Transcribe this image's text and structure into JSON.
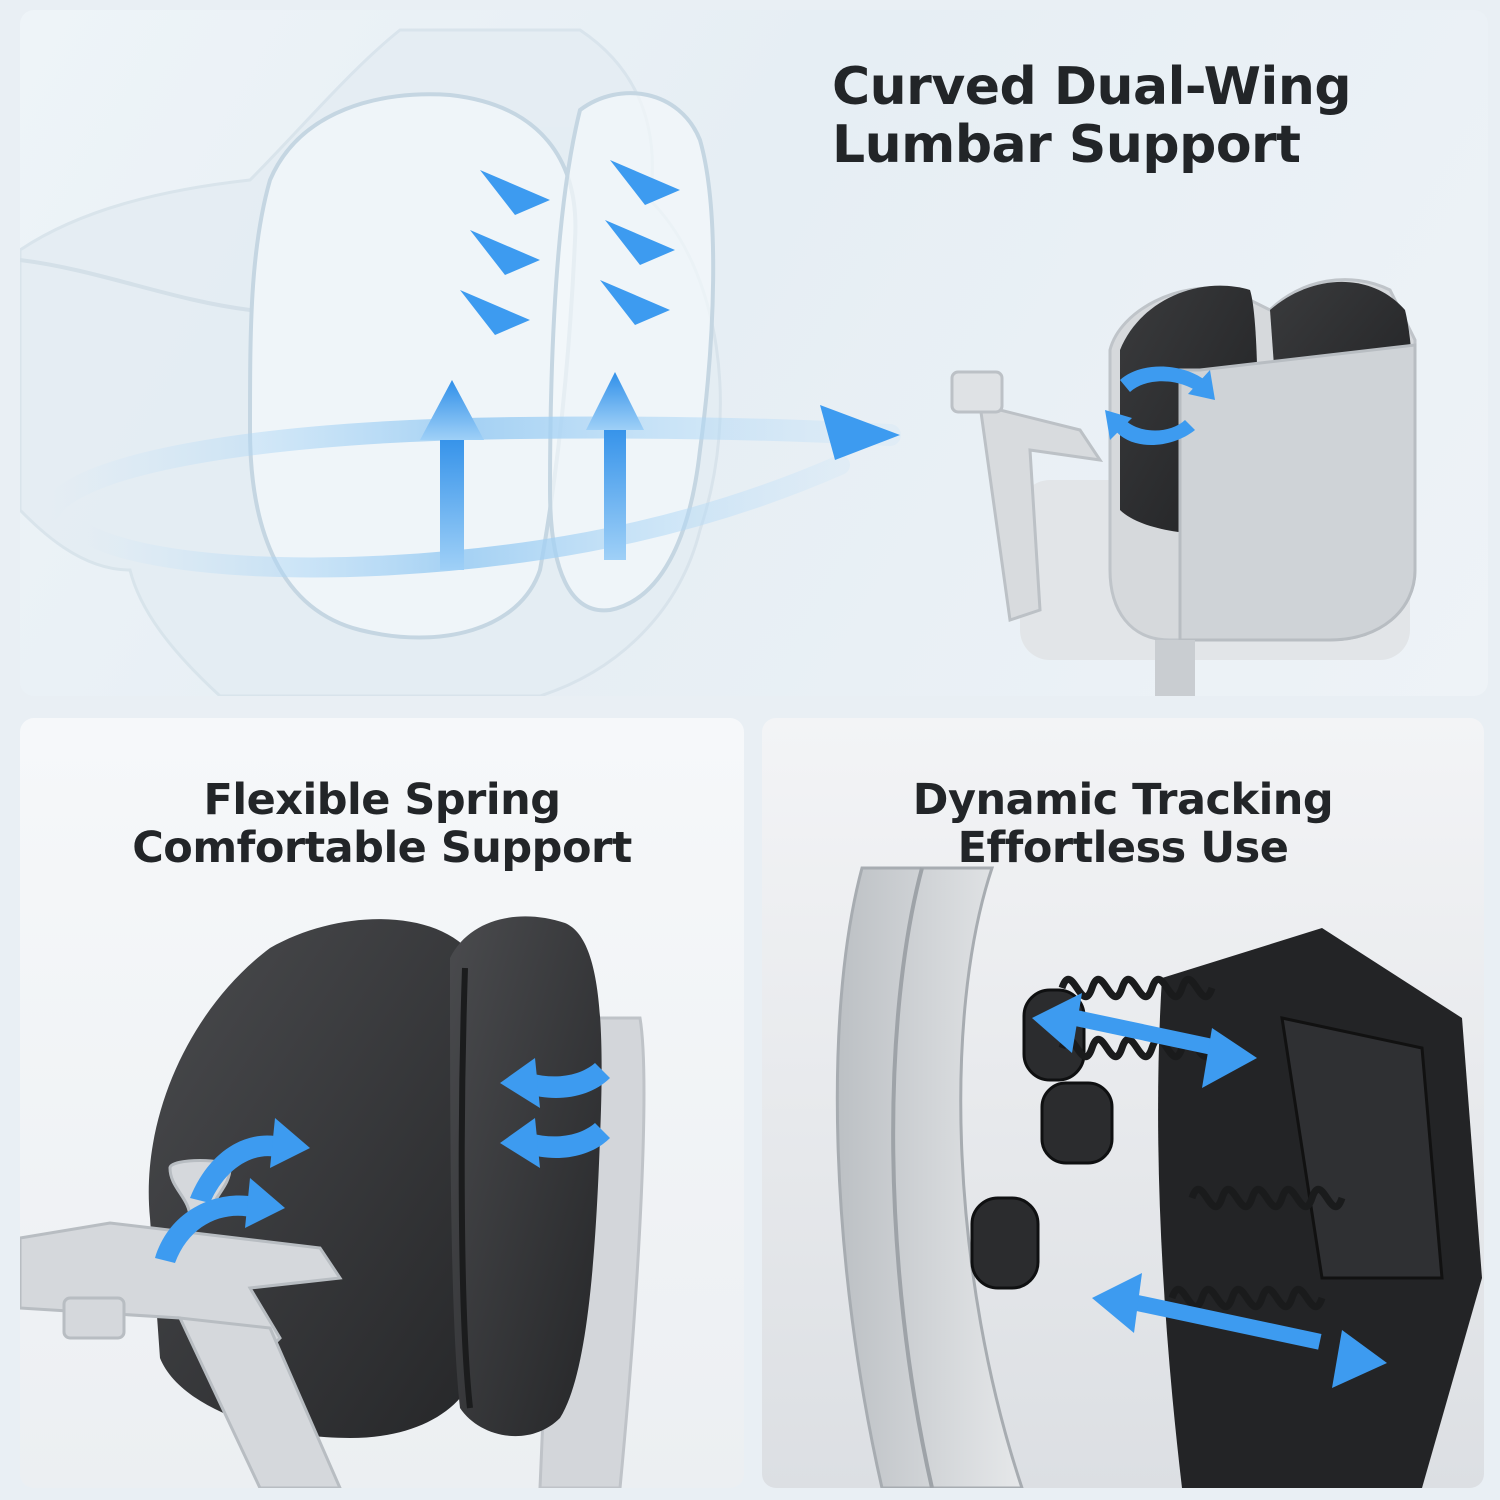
{
  "panels": {
    "top": {
      "heading_line1": "Curved Dual-Wing",
      "heading_line2": "Lumbar Support"
    },
    "bottom_left": {
      "heading_line1": "Flexible Spring",
      "heading_line2": "Comfortable Support"
    },
    "bottom_right": {
      "heading_line1": "Dynamic Tracking",
      "heading_line2": "Effortless Use"
    }
  },
  "colors": {
    "arrow_blue": "#3d9bf0",
    "cushion_dark": "#2e2f31",
    "heading_text": "#222528",
    "frame_gray": "#c9cdd1"
  }
}
